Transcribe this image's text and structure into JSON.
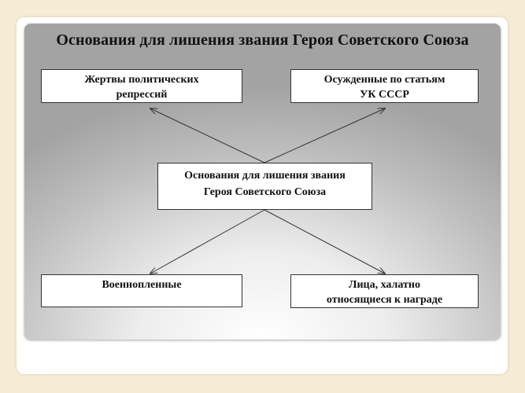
{
  "slide": {
    "title": "Основания для лишения звания Героя Советского Союза"
  },
  "diagram": {
    "center": {
      "lines": [
        "Основания для лишения звания",
        "Героя Советского Союза"
      ]
    },
    "top_left": {
      "lines": [
        "Жертвы политических",
        "репрессий"
      ]
    },
    "top_right": {
      "lines": [
        "Осужденные по статьям",
        "УК СССР"
      ]
    },
    "bottom_left": {
      "lines": [
        "Военнопленные"
      ]
    },
    "bottom_right": {
      "lines": [
        "Лица, халатно",
        "относящиеся к награде"
      ]
    }
  },
  "colors": {
    "background": "#f6ecd6",
    "panel_edge": "#a3a3a3",
    "panel_center": "#ffffff",
    "box_border": "#333333",
    "text": "#111111"
  }
}
